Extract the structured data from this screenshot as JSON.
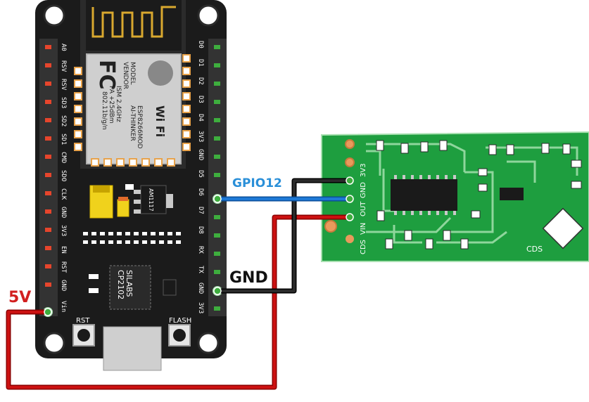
{
  "labels": {
    "vin_5v": "5V",
    "gpio": "GPIO12",
    "gnd": "GND"
  },
  "nodemcu": {
    "left_pins": [
      "A0",
      "RSV",
      "RSV",
      "SD3",
      "SD2",
      "SD1",
      "CMD",
      "SDO",
      "CLK",
      "GND",
      "3V3",
      "EN",
      "RST",
      "GND",
      "Vin"
    ],
    "right_pins": [
      "D0",
      "D1",
      "D2",
      "D3",
      "D4",
      "3V3",
      "GND",
      "D5",
      "D6",
      "D7",
      "D8",
      "RX",
      "TX",
      "GND",
      "3V3"
    ],
    "module_text": {
      "model": "MODEL",
      "vendor": "VENDOR",
      "ism": "ISM 2.4GHz",
      "pa": "PA +25dBm",
      "wifi_std": "802.11b/g/n",
      "mod_name": "ESP8266MOD",
      "maker": "AI-THINKER",
      "fc": "FC",
      "wifi": "Wi Fi"
    },
    "regulator": "AM1117",
    "usb_chip_brand": "SILABS",
    "usb_chip": "CP2102",
    "rst_button": "RST",
    "flash_button": "FLASH"
  },
  "sensor": {
    "pin_labels": [
      "3V3",
      "GND",
      "OUT",
      "VIN",
      "CDS"
    ],
    "cds_label": "CDS"
  },
  "colors": {
    "board": "#1b1b1b",
    "sensor_board": "#1e9e3f",
    "wire_red": "#cc1111",
    "wire_black": "#111111",
    "wire_blue": "#1d79d6",
    "label_red": "#d21f1f",
    "label_blue": "#2a8fd8"
  }
}
